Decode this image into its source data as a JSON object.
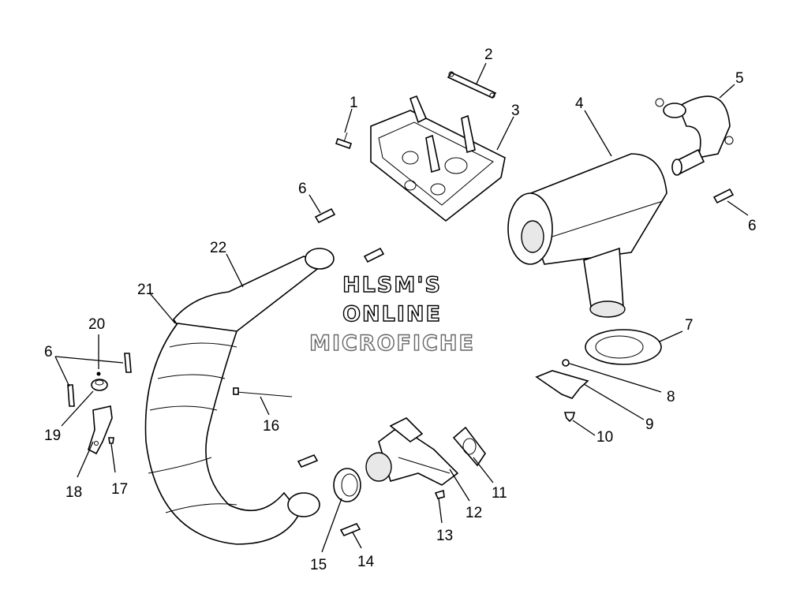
{
  "callouts": [
    "1",
    "2",
    "3",
    "4",
    "5",
    "6",
    "6",
    "6",
    "6",
    "7",
    "8",
    "9",
    "10",
    "11",
    "12",
    "13",
    "14",
    "15",
    "16",
    "17",
    "18",
    "19",
    "20",
    "21",
    "22"
  ],
  "watermark": {
    "line1": "HLSM'S",
    "line2": "ONLINE",
    "line3": "MICROFICHE"
  }
}
